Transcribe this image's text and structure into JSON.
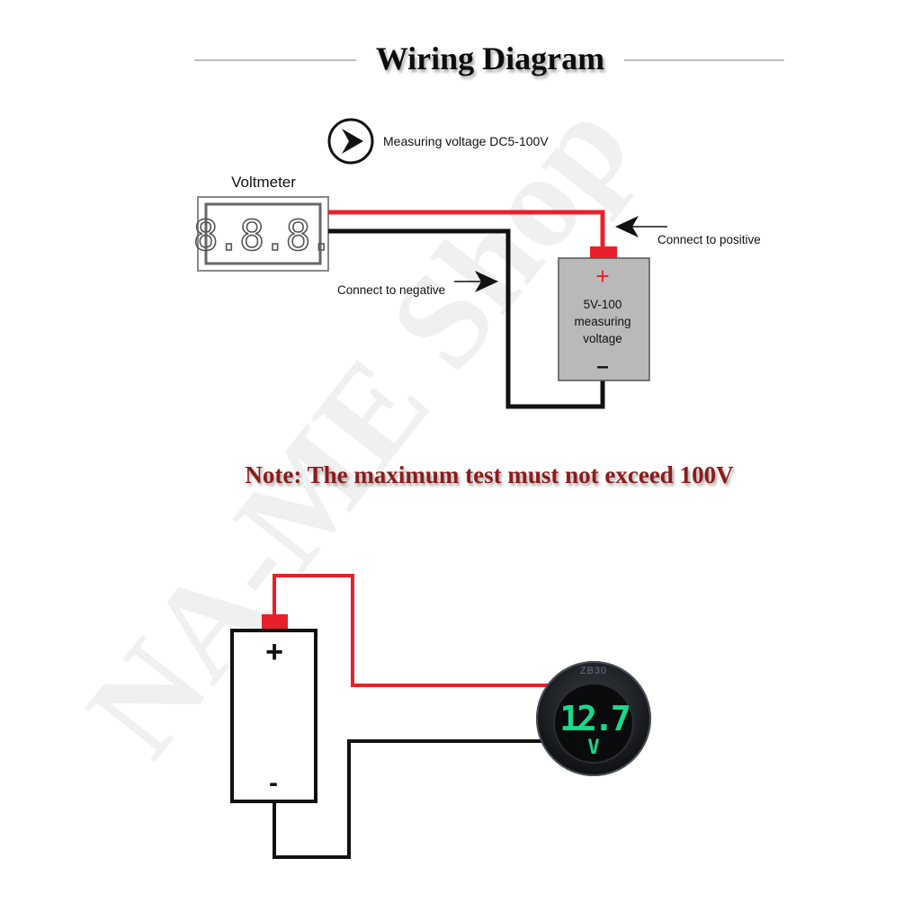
{
  "title": "Wiring Diagram",
  "spec_label": "Measuring voltage DC5-100V",
  "voltmeter_label": "Voltmeter",
  "meter_display": "8.8.8.",
  "connect_positive": "Connect to positive",
  "connect_negative": "Connect to negative",
  "source_box": {
    "plus": "+",
    "line1": "5V-100",
    "line2": "measuring",
    "line3": "voltage",
    "minus": "–"
  },
  "note": "Note: The maximum test must not exceed 100V",
  "battery": {
    "plus": "+",
    "minus": "-"
  },
  "round_meter": {
    "brand": "ZB30",
    "reading": "12.7",
    "unit": "V"
  },
  "watermark": "NA-ME Shop",
  "colors": {
    "wire_positive": "#e8202a",
    "wire_negative": "#111111",
    "note_text": "#8b1a1a",
    "display_green": "#19d98a",
    "box_fill": "#b9b9b9"
  }
}
